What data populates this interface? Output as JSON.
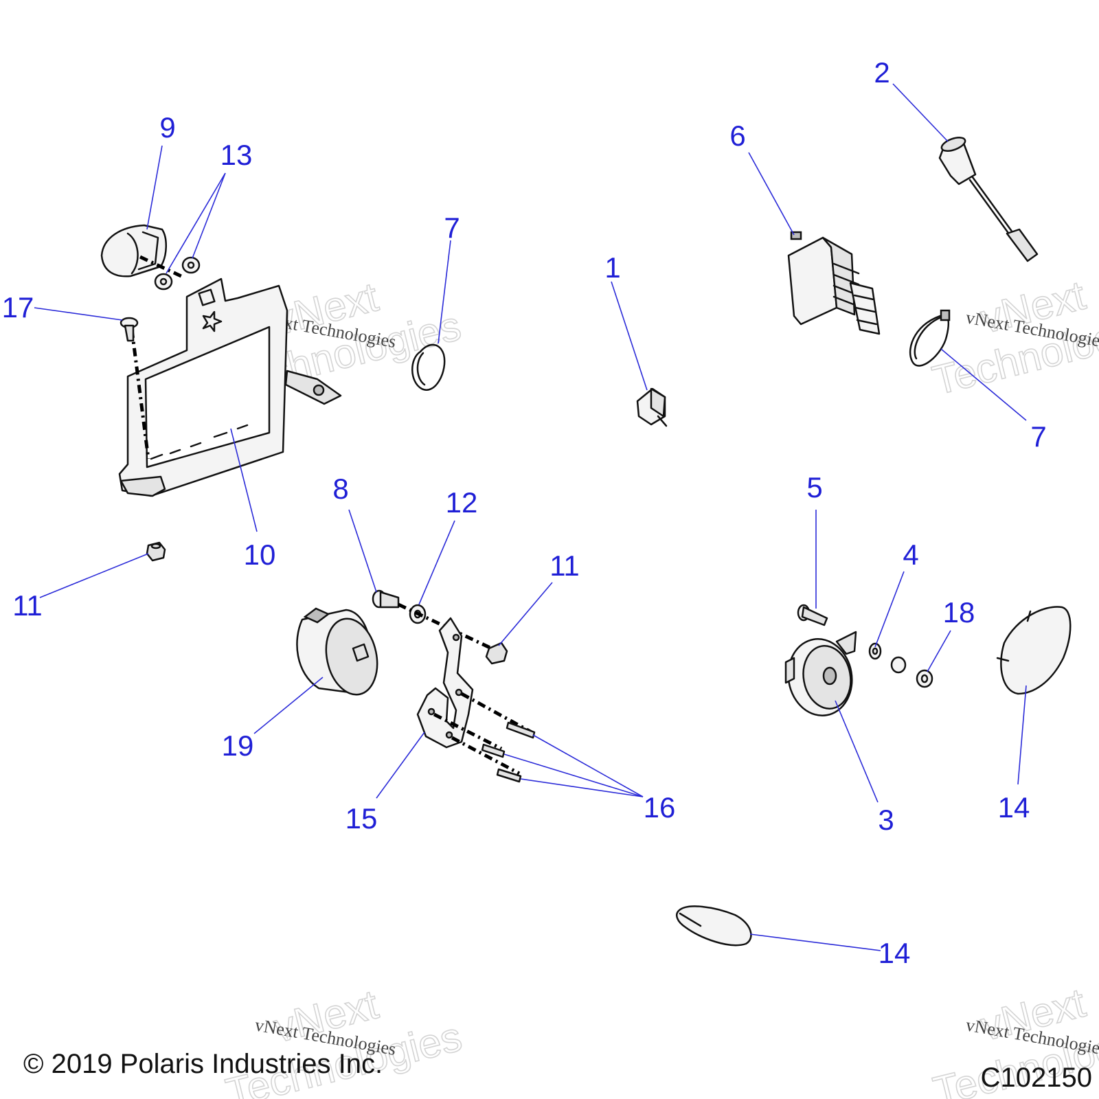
{
  "callouts": {
    "c1": "1",
    "c2": "2",
    "c3": "3",
    "c4": "4",
    "c5": "5",
    "c6": "6",
    "c7a": "7",
    "c7b": "7",
    "c8": "8",
    "c9": "9",
    "c10": "10",
    "c11a": "11",
    "c11b": "11",
    "c12": "12",
    "c13": "13",
    "c14a": "14",
    "c14b": "14",
    "c15": "15",
    "c16": "16",
    "c17": "17",
    "c18": "18",
    "c19": "19"
  },
  "watermark": {
    "big_line1": "vNext",
    "big_line2": "Technologies",
    "small": "vNext Technologies"
  },
  "footer": {
    "copyright": "© 2019 Polaris Industries Inc.",
    "figure_code": "C102150"
  },
  "colors": {
    "callout": "#1f1fd6",
    "line_art": "#111111",
    "watermark": "#d4d4d4"
  }
}
